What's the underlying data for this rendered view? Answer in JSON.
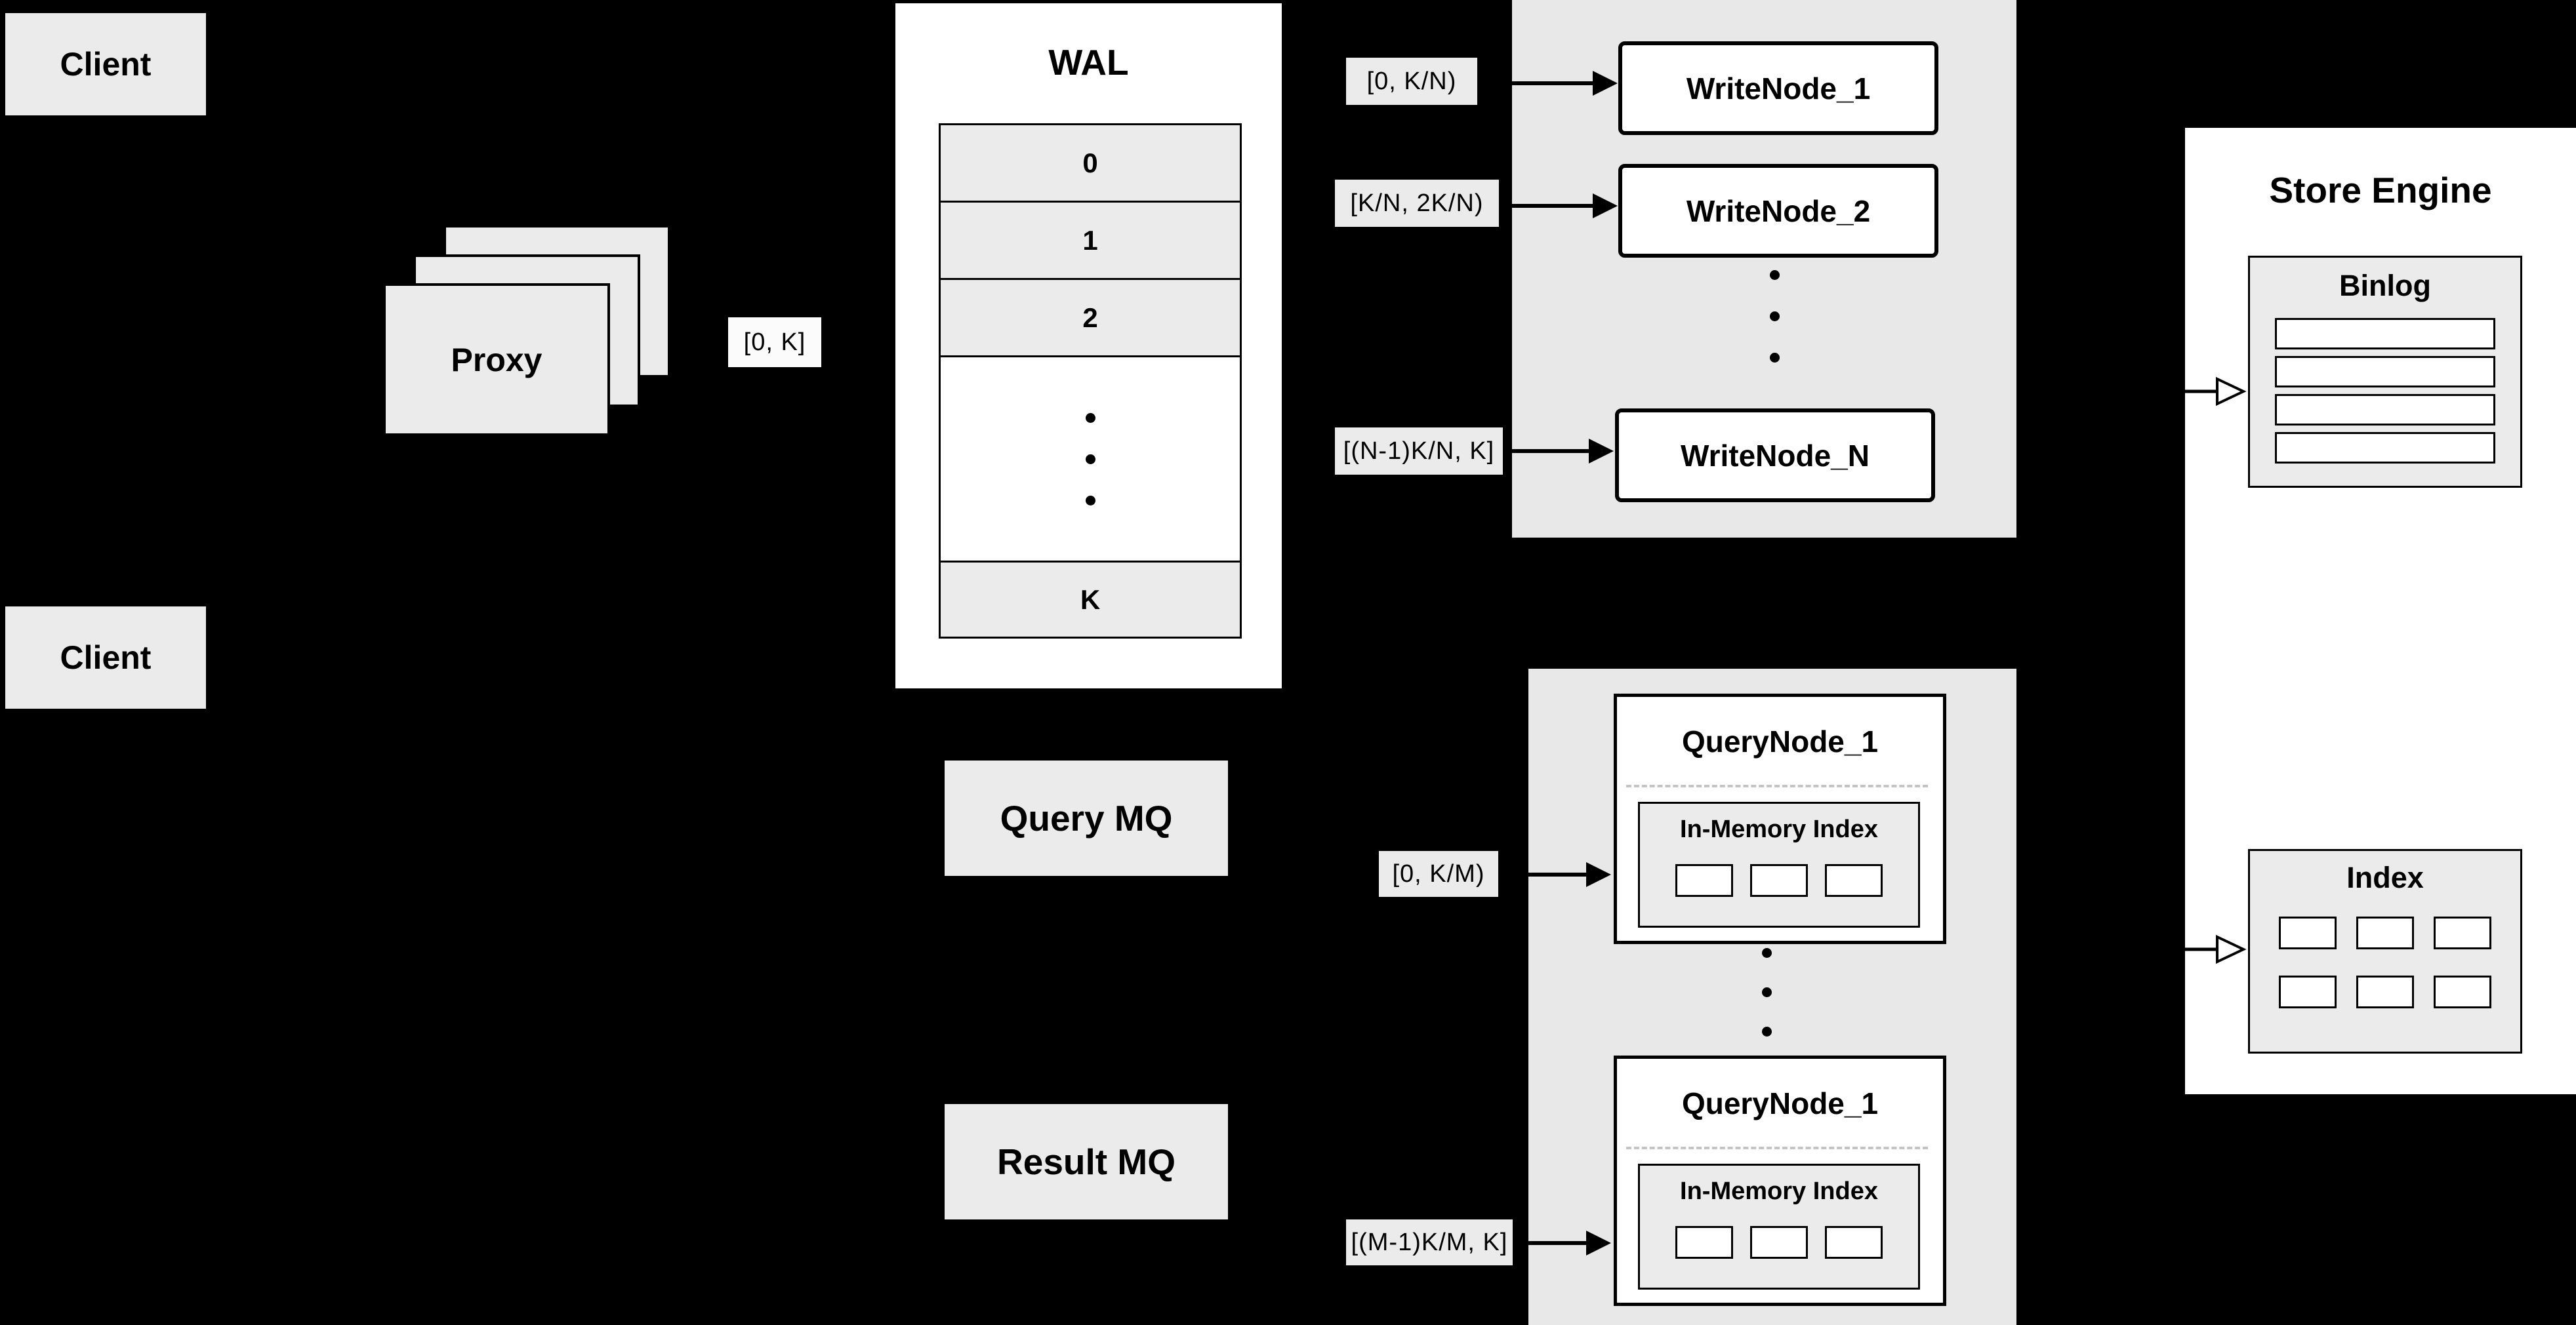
{
  "colors": {
    "background": "#000000",
    "panel_gray": "#ebebeb",
    "container_gray": "#e8e8e8",
    "white": "#ffffff",
    "border": "#000000",
    "dashed_divider": "#c4c4c4"
  },
  "clients": {
    "top": "Client",
    "middle": "Client"
  },
  "proxy": {
    "label": "Proxy"
  },
  "labels": {
    "proxy_range": "[0, K]",
    "write_range_1": "[0,  K/N)",
    "write_range_2": "[K/N, 2K/N)",
    "write_range_n": "[(N-1)K/N,  K]",
    "query_range_1": "[0, K/M)",
    "query_range_m": "[(M-1)K/M, K]"
  },
  "wal": {
    "title": "WAL",
    "rows": [
      "0",
      "1",
      "2"
    ],
    "last_row": "K"
  },
  "write_nodes": {
    "node1": "WriteNode_1",
    "node2": "WriteNode_2",
    "nodeN": "WriteNode_N"
  },
  "mq": {
    "query": "Query MQ",
    "result": "Result MQ"
  },
  "query_nodes": {
    "node1": {
      "title": "QueryNode_1",
      "index_label": "In-Memory Index"
    },
    "node2": {
      "title": "QueryNode_1",
      "index_label": "In-Memory Index"
    }
  },
  "store_engine": {
    "title": "Store Engine",
    "binlog_title": "Binlog",
    "index_title": "Index"
  }
}
